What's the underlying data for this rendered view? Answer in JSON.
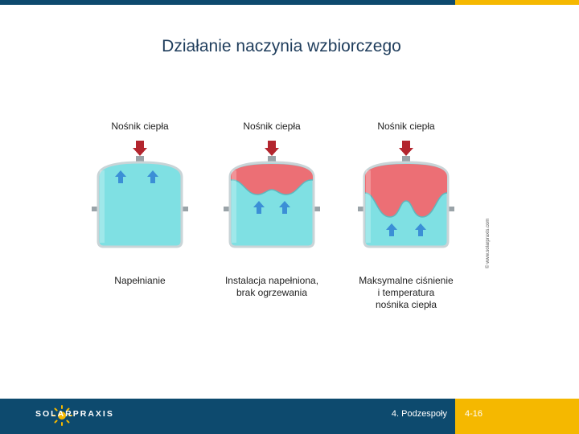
{
  "slide": {
    "title": "Działanie naczynia wzbiorczego",
    "copyright": "© www.solarpraxis.com"
  },
  "tanks": [
    {
      "top_label": "Nośnik ciepła",
      "bottom_label_lines": [
        "Napełnianie"
      ],
      "gas_level": 0.0
    },
    {
      "top_label": "Nośnik ciepła",
      "bottom_label_lines": [
        "Instalacja napełniona,",
        "brak ogrzewania"
      ],
      "gas_level": 0.3
    },
    {
      "top_label": "Nośnik ciepła",
      "bottom_label_lines": [
        "Maksymalne ciśnienie",
        "i temperatura",
        "nośnika ciepła"
      ],
      "gas_level": 0.6
    }
  ],
  "footer": {
    "logo_text": "SOLARPRAXIS",
    "section": "4. Podzespoły",
    "page": "4-16"
  },
  "colors": {
    "water": "#7fe0e3",
    "gas": "#ec6f75",
    "inlet_arrow": "#b3252e",
    "up_arrow": "#3b8fd6",
    "footer": "#0d4a6e",
    "accent": "#f5b800"
  }
}
